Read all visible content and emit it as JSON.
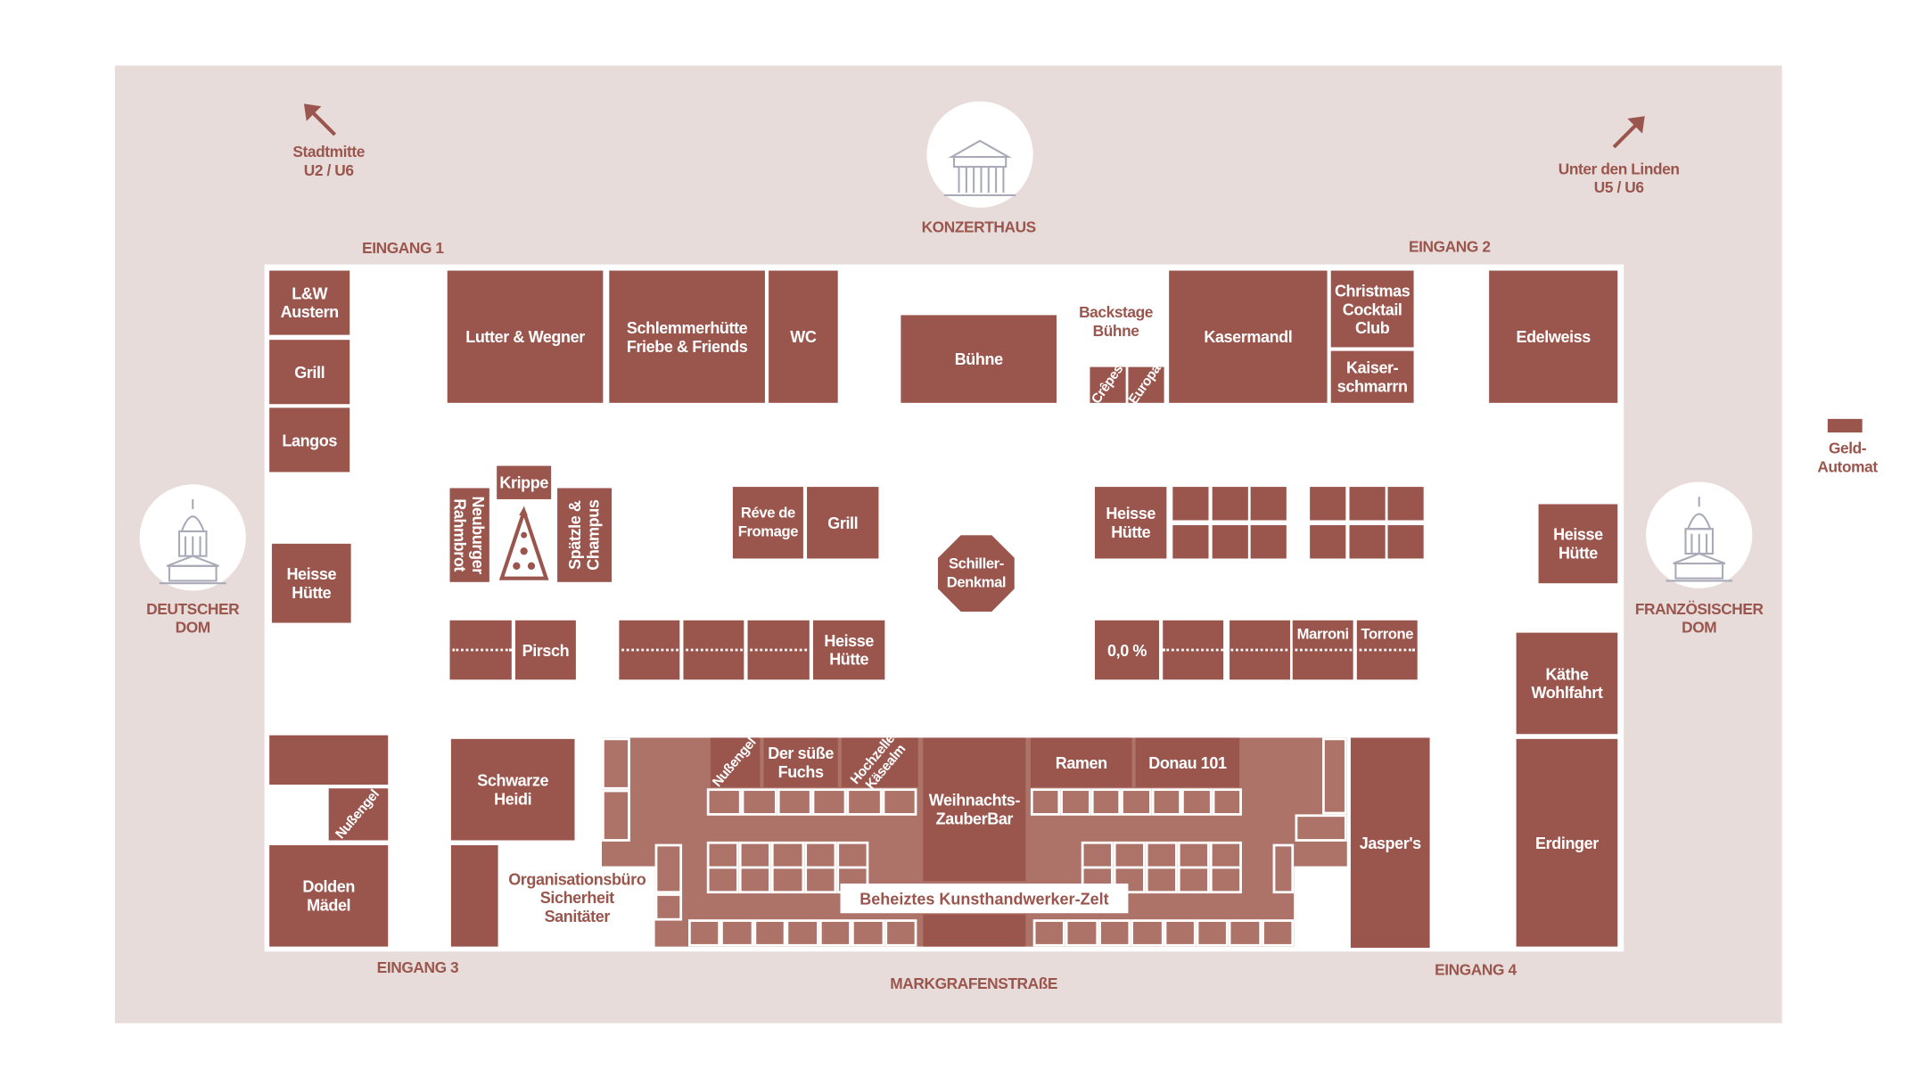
{
  "colors": {
    "booth": "#9a564d",
    "tent": "#ad7268",
    "background": "#e8dcdb"
  },
  "landmarks": {
    "stadtmitte": [
      "Stadtmitte",
      "U2 / U6"
    ],
    "unter_den_linden": [
      "Unter den Linden",
      "U5 / U6"
    ],
    "konzerthaus": "KONZERTHAUS",
    "deutscher_dom": [
      "DEUTSCHER",
      "DOM"
    ],
    "franzoesischer_dom": [
      "FRANZÖSISCHER",
      "DOM"
    ],
    "street": "MARKGRAFENSTRAßE",
    "geldautomat": [
      "Geld-",
      "Automat"
    ]
  },
  "entrances": [
    "EINGANG 1",
    "EINGANG 2",
    "EINGANG 3",
    "EINGANG 4"
  ],
  "booths": {
    "lw": [
      "L&W",
      "Austern"
    ],
    "grill1": "Grill",
    "langos": "Langos",
    "heisse1": [
      "Heisse",
      "Hütte"
    ],
    "lutter": "Lutter & Wegner",
    "schlemmer": [
      "Schlemmerhütte",
      "Friebe & Friends"
    ],
    "wc": "WC",
    "buehne": "Bühne",
    "backstage": [
      "Backstage",
      "Bühne"
    ],
    "crepes": "Crêpes",
    "europa": "Europa",
    "kasermandl": "Kasermandl",
    "christmas": [
      "Christmas",
      "Cocktail",
      "Club"
    ],
    "kaiser": [
      "Kaiser-",
      "schmarrn"
    ],
    "edelweiss": "Edelweiss",
    "krippe": "Krippe",
    "neuburger": [
      "Neuburger",
      "Rahmbrot"
    ],
    "spaetzle": [
      "Spätzle &",
      "Champus"
    ],
    "reve": [
      "Réve de",
      "Fromage"
    ],
    "grill2": "Grill",
    "schiller": [
      "Schiller-",
      "Denkmal"
    ],
    "heisse2": [
      "Heisse",
      "Hütte"
    ],
    "heisse3": [
      "Heisse",
      "Hütte"
    ],
    "heisse4": [
      "Heisse",
      "Hütte"
    ],
    "pirsch": "Pirsch",
    "null": "0,0 %",
    "marroni": "Marroni",
    "torrone": "Torrone",
    "kaethe": [
      "Käthe",
      "Wohlfahrt"
    ],
    "erdinger": "Erdinger",
    "nussengel1": "Nußengel",
    "dolden": [
      "Dolden",
      "Mädel"
    ],
    "schwarze": [
      "Schwarze",
      "Heidi"
    ],
    "orga": [
      "Organisationsbüro",
      "Sicherheit",
      "Sanitäter"
    ],
    "nussengel2": "Nußengel",
    "fuchs": [
      "Der süße",
      "Fuchs"
    ],
    "hochzeller": [
      "Hochzeller",
      "Käsealm"
    ],
    "zauberbar": [
      "Weihnachts-",
      "ZauberBar"
    ],
    "ramen": "Ramen",
    "donau": "Donau 101",
    "jaspers": "Jasper's",
    "zelt": "Beheiztes Kunsthandwerker-Zelt"
  }
}
